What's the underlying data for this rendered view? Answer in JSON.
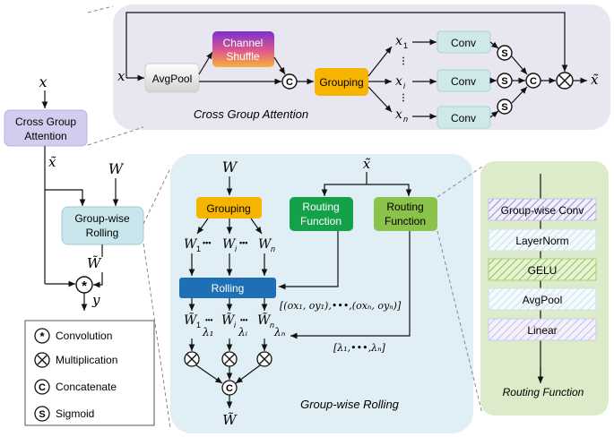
{
  "cross_group_attention": {
    "caption": "Cross Group Attention",
    "x": "x",
    "avgpool": "AvgPool",
    "channel_shuffle": [
      "Channel",
      "Shuffle"
    ],
    "grouping": "Grouping",
    "x1": "x",
    "x1_sub": "1",
    "xi": "x",
    "xi_sub": "i",
    "xn": "x",
    "xn_sub": "n",
    "conv": "Conv",
    "sigmoid_symbol": "S",
    "concat_symbol": "C",
    "output": "x̃"
  },
  "left_flow": {
    "x_input": "x",
    "cga_block": [
      "Cross Group",
      "Attention"
    ],
    "x_tilde": "x̃",
    "w_input": "W",
    "gwr_block": [
      "Group-wise",
      "Rolling"
    ],
    "w_tilde": "W̃",
    "y": "y"
  },
  "legend": {
    "convolution": "Convolution",
    "multiplication": "Multiplication",
    "concatenate": "Concatenate",
    "sigmoid": "Sigmoid"
  },
  "group_wise_rolling": {
    "caption": "Group-wise Rolling",
    "w_input": "W",
    "x_tilde": "x̃",
    "grouping": "Grouping",
    "routing_fn1": [
      "Routing",
      "Function"
    ],
    "routing_fn2": [
      "Routing",
      "Function"
    ],
    "w1": "W",
    "w1_sub": "1",
    "wi": "W",
    "wi_sub": "i",
    "wn": "W",
    "wn_sub": "n",
    "dots": "•••",
    "rolling": "Rolling",
    "offsets_label": "[(ox₁, oy₁),•••,(oxₙ, oyₙ)]",
    "lambdas_label": "[λ₁,•••,λₙ]",
    "wt1": "W̃",
    "wt1_sub": "1",
    "lambda1": "λ₁",
    "wti": "W̃",
    "wti_sub": "i",
    "lambdai": "λᵢ",
    "wtn": "W̃",
    "wtn_sub": "n",
    "lambdan": "λₙ",
    "output": "W̃"
  },
  "routing_function": {
    "caption": "Routing Function",
    "layers": [
      "Group-wise Conv",
      "LayerNorm",
      "GELU",
      "AvgPool",
      "Linear"
    ]
  },
  "colors": {
    "cga_panel": "#e8e6f1",
    "gwr_panel": "#e0eff5",
    "rf_panel": "#dcebc9",
    "grouping_fill": "#f7b500",
    "routing1_fill": "#13a14a",
    "routing2_fill": "#8bc34a",
    "rolling_fill": "#1f6fb5",
    "conv_fill": "#cfe9ea",
    "cga_block_fill": "#d0cdee",
    "gwr_block_fill": "#c8e6ec"
  }
}
